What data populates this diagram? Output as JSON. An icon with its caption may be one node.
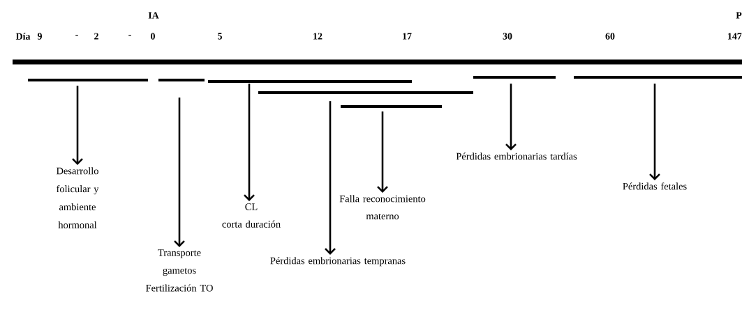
{
  "diagram": {
    "nodes": [
      {
        "text": [],
        "shape": "bar"
      },
      {
        "text": [],
        "shape": "bar"
      },
      {
        "text": [],
        "shape": "bar"
      },
      {
        "text": [],
        "shape": "bar"
      },
      {
        "text": [],
        "shape": "bar"
      },
      {
        "text": [],
        "shape": "bar"
      },
      {
        "text": [],
        "shape": "bar"
      },
      {
        "text": [
          "Desarrollo folicular y ambiente hormonal"
        ]
      },
      {
        "text": [
          "Transporte gametos Fertilización TO"
        ]
      },
      {
        "text": [
          "CL",
          "corta duración"
        ]
      },
      {
        "text": [
          "Pérdidas embrionarias tempranas"
        ]
      },
      {
        "text": [
          "Falla reconocimiento materno"
        ]
      },
      {
        "text": [
          "Pérdidas embrionarias tardías"
        ]
      },
      {
        "text": [
          "Pérdidas fetales"
        ]
      }
    ],
    "edges": [
      {
        "from": 0,
        "to": 7,
        "arrow": "to"
      },
      {
        "from": 1,
        "to": 8,
        "arrow": "to"
      },
      {
        "from": 2,
        "to": 9,
        "arrow": "to"
      },
      {
        "from": 3,
        "to": 10,
        "arrow": "to"
      },
      {
        "from": 4,
        "to": 11,
        "arrow": "to"
      },
      {
        "from": 5,
        "to": 12,
        "arrow": "to"
      },
      {
        "from": 6,
        "to": 13,
        "arrow": "to"
      }
    ],
    "labels": [
      "IA",
      "P",
      "Día",
      "9",
      "-",
      "2",
      "-",
      "0",
      "5",
      "12",
      "17",
      "30",
      "60",
      "147"
    ]
  }
}
